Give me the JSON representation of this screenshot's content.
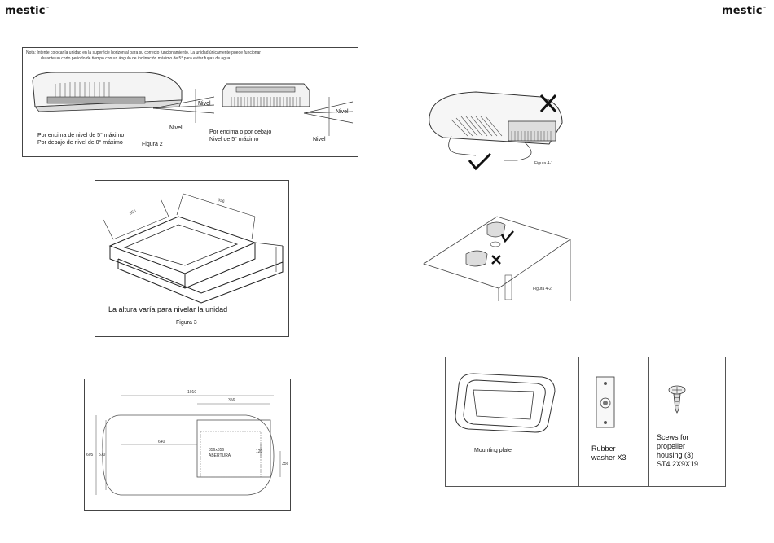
{
  "brand": {
    "left": "mestic",
    "right": "mestic",
    "mark": "™"
  },
  "figure2": {
    "note_line1": "Nota: Intente colocar la unidad en la superficie horizontal para su correcto funcionamiento. La unidad únicamente puede funcionar",
    "note_line2": "durante un corto periodo de tiempo con un ángulo de inclinación máximo de 5° para evitar fugas de agua.",
    "nivel": "Nivel",
    "left_line1": "Por encima de nivel de 5° máximo",
    "left_line2": "Por debajo de nivel de 0° máximo",
    "right_line1": "Por encima o por debajo",
    "right_line2": "Nivel de 5° máximo",
    "caption": "Figura 2"
  },
  "figure3": {
    "dim_top": "356",
    "dim_left": "356",
    "text": "La altura varía para nivelar la unidad",
    "caption": "Figura 3"
  },
  "figure_plan": {
    "dim_total": "1010",
    "dim_356": "356",
    "dim_640": "640",
    "dim_120": "120",
    "dim_left_a": "605",
    "dim_left_b": "570",
    "dim_right": "356",
    "opening_line1": "356x356",
    "opening_line2": "ABERTURA"
  },
  "figure41": {
    "caption": "Figura 4-1"
  },
  "figure42": {
    "caption": "Figura 4-2"
  },
  "parts": {
    "plate": "Mounting plate",
    "washer_line1": "Rubber",
    "washer_line2": "washer X3",
    "screw_line1": "Scews for",
    "screw_line2": "propeller",
    "screw_line3": "housing (3)",
    "screw_line4": "ST4.2X9X19"
  }
}
